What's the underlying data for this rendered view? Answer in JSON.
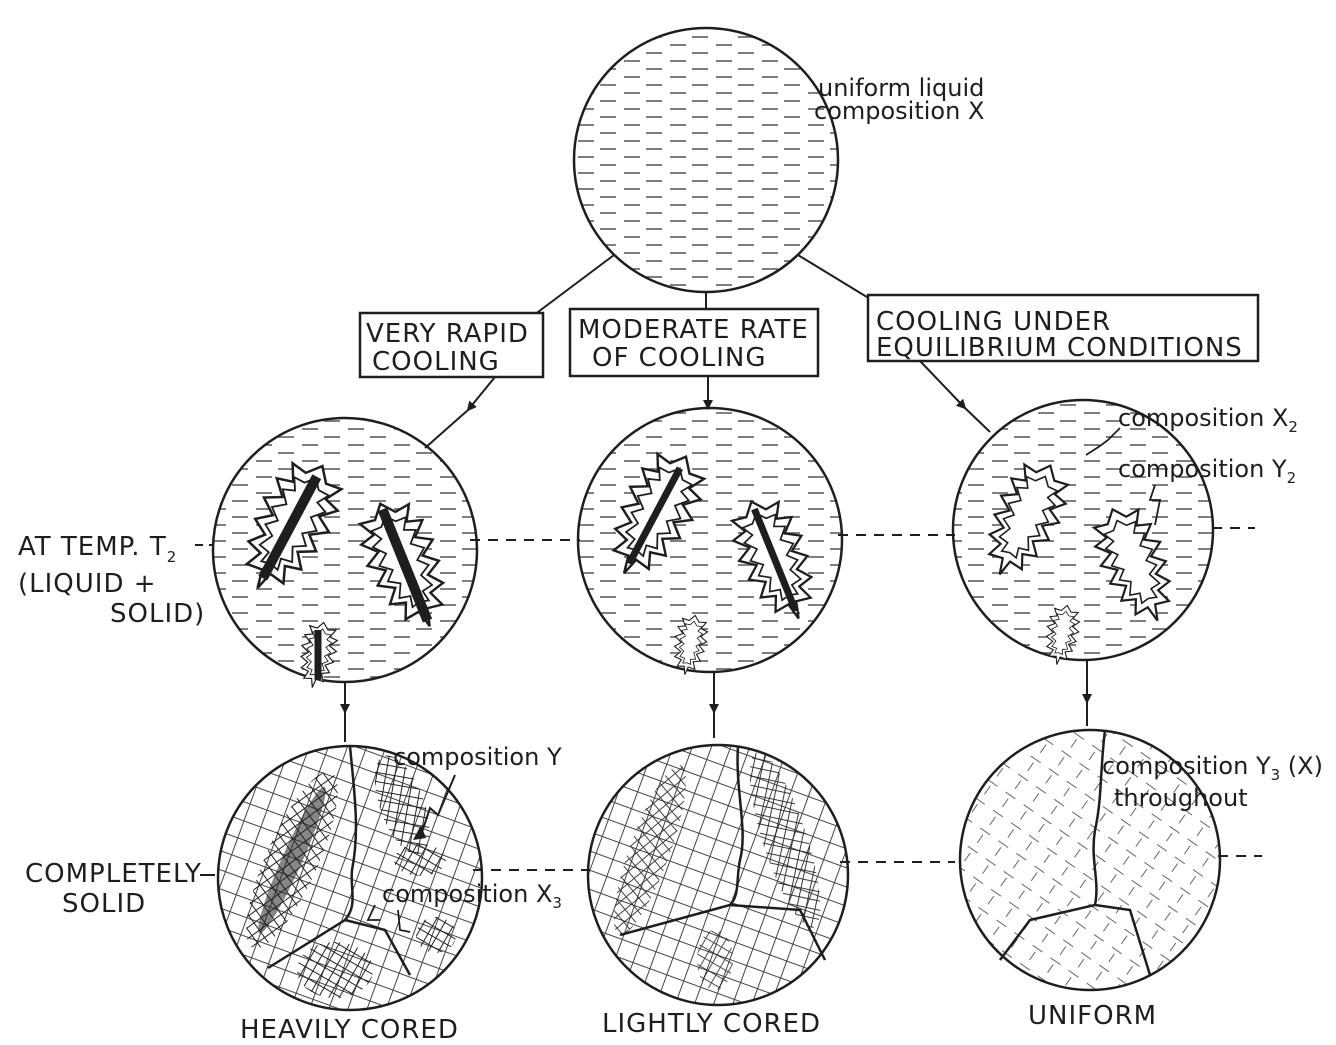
{
  "top": {
    "label_line1": "uniform liquid",
    "label_line2": "composition X"
  },
  "paths": [
    {
      "label_line1": "VERY RAPID",
      "label_line2": "COOLING"
    },
    {
      "label_line1": "MODERATE RATE",
      "label_line2": "OF COOLING"
    },
    {
      "label_line1": "COOLING UNDER",
      "label_line2": "EQUILIBRIUM CONDITIONS"
    }
  ],
  "row_labels": {
    "temp_line1": "AT TEMP. T",
    "temp_sub": "2",
    "temp_line2": "(LIQUID +",
    "temp_line3": "SOLID)",
    "solid_line1": "COMPLETELY",
    "solid_line2": "SOLID"
  },
  "annotations": {
    "composition_x2": "composition X",
    "x2_sub": "2",
    "composition_y2": "composition Y",
    "y2_sub": "2",
    "composition_y": "composition Y",
    "composition_x3": "composition X",
    "x3_sub": "3",
    "composition_y3_line1": "composition Y",
    "y3_sub": "3",
    "y3_suffix": " (X)",
    "composition_y3_line2": "throughout"
  },
  "results": {
    "heavily": "HEAVILY CORED",
    "lightly": "LIGHTLY CORED",
    "uniform": "UNIFORM"
  }
}
